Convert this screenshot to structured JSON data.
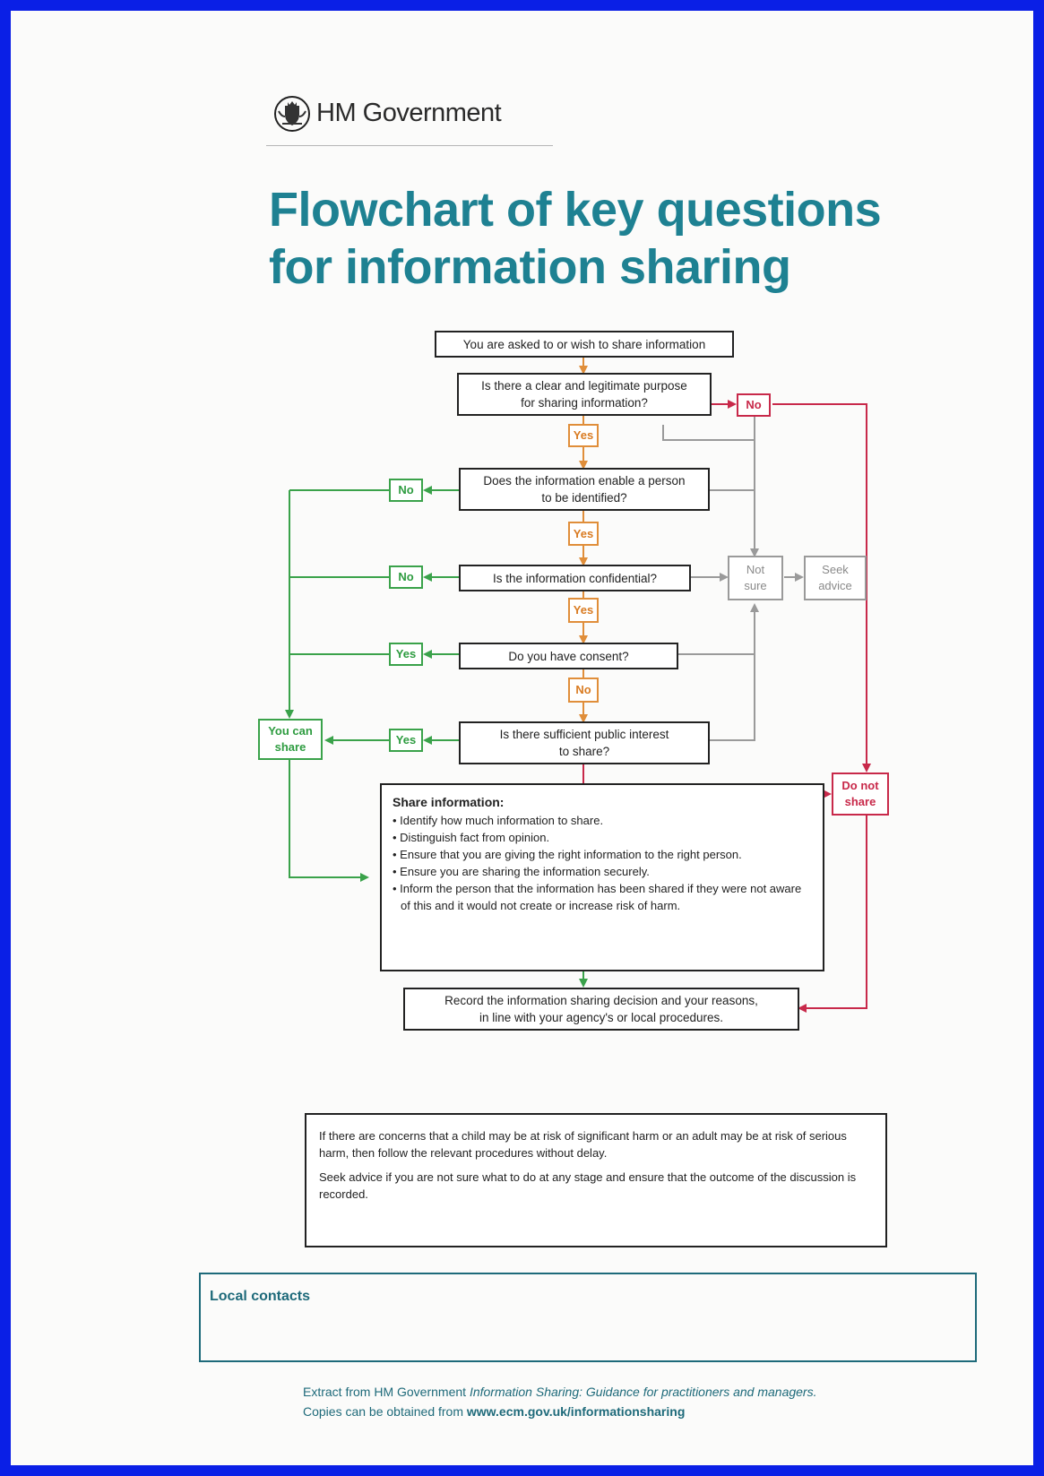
{
  "header": {
    "org_name": "HM Government",
    "crest_icon": "royal-crest-icon"
  },
  "title": {
    "line1": "Flowchart of key questions",
    "line2": "for information sharing"
  },
  "flow": {
    "start": "You are asked to or wish to share information",
    "q1_line1": "Is there a clear and legitimate purpose",
    "q1_line2": "for sharing information?",
    "q2_line1": "Does the information enable a person",
    "q2_line2": "to be identified?",
    "q3": "Is the information confidential?",
    "q4": "Do you have consent?",
    "q5_line1": "Is there sufficient public interest",
    "q5_line2": "to share?",
    "yes": "Yes",
    "no": "No",
    "not_sure_line1": "Not",
    "not_sure_line2": "sure",
    "seek_advice_line1": "Seek",
    "seek_advice_line2": "advice",
    "you_can_share_line1": "You can",
    "you_can_share_line2": "share",
    "do_not_share_line1": "Do not",
    "do_not_share_line2": "share",
    "record_line1": "Record the information sharing decision and your reasons,",
    "record_line2": "in line with your agency's or local procedures."
  },
  "share_info": {
    "heading": "Share information:",
    "items": [
      "Identify how much information to share.",
      "Distinguish fact from opinion.",
      "Ensure that you are giving the right information to the right person.",
      "Ensure you are sharing the information securely.",
      "Inform the person that the information has been shared if they were not aware of this and it would not create or increase risk of harm."
    ]
  },
  "notice": {
    "para1": "If there are concerns that a child may be at risk of significant harm or an adult may be at risk of serious harm, then follow the relevant procedures without delay.",
    "para2": "Seek advice if you are not sure what to do at any stage and ensure that the outcome of the discussion is recorded."
  },
  "contacts": {
    "label": "Local contacts"
  },
  "footer": {
    "prefix": "Extract from HM Government ",
    "publication": "Information Sharing: Guidance for practitioners and managers.",
    "copies_prefix": "Copies can be obtained from ",
    "url": "www.ecm.gov.uk/informationsharing"
  },
  "colors": {
    "page_border": "#0a1fe6",
    "title": "#1e8192",
    "yes_path": "#e08e3a",
    "no_path": "#c8294a",
    "share_path": "#3aa24a",
    "unsure_path": "#9a9a9a"
  }
}
